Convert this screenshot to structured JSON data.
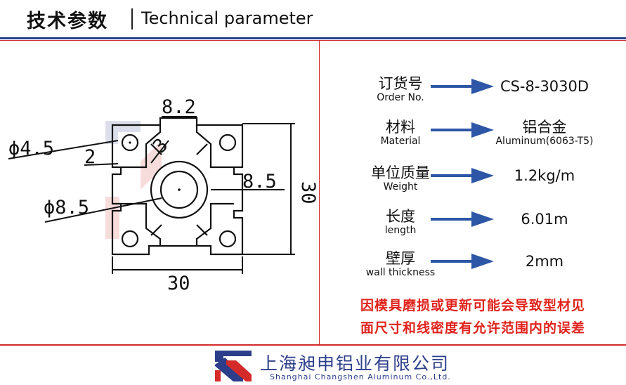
{
  "header": {
    "title_cn": "技术参数",
    "title_en": "Technical parameter"
  },
  "drawing": {
    "dim_top": "8.2",
    "dim_hole_small": "ϕ4.5",
    "dim_wall": "2",
    "dim_slot": "3",
    "dim_center_hole": "ϕ8.5",
    "dim_inner": "8.5",
    "dim_height": "30",
    "dim_width": "30"
  },
  "specs": [
    {
      "label_cn": "订货号",
      "label_en": "Order No.",
      "value": "CS-8-3030D",
      "value_sub": ""
    },
    {
      "label_cn": "材料",
      "label_en": "Material",
      "value": "铝合金",
      "value_sub": "Aluminum(6063-T5)"
    },
    {
      "label_cn": "单位质量",
      "label_en": "Weight",
      "value": "1.2kg/m",
      "value_sub": ""
    },
    {
      "label_cn": "长度",
      "label_en": "length",
      "value": "6.01m",
      "value_sub": ""
    },
    {
      "label_cn": "壁厚",
      "label_en": "wall thickness",
      "value": "2mm",
      "value_sub": ""
    }
  ],
  "notice": {
    "line1": "因模具磨损或更新可能会导致型材见",
    "line2": "面尺寸和线密度有允许范围内的误差"
  },
  "footer": {
    "company_cn": "上海昶申铝业有限公司",
    "company_en": "Shanghai  Changshen  Aluminum  Co.,Ltd."
  },
  "colors": {
    "accent_blue": "#2c3e8a",
    "arrow_blue": "#2d56a6",
    "notice_red": "#e0231c"
  }
}
